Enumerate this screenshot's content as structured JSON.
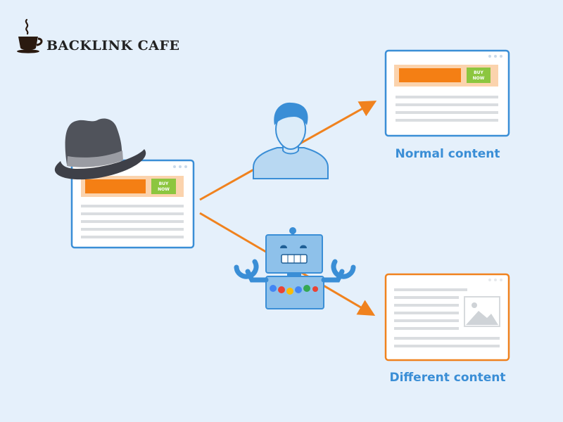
{
  "brand": {
    "name": "BACKLINK CAFE"
  },
  "windows": {
    "source_buy_label": [
      "BUY",
      "NOW"
    ],
    "normal_buy_label": [
      "BUY",
      "NOW"
    ]
  },
  "captions": {
    "normal": "Normal content",
    "different": "Different content"
  },
  "colors": {
    "background": "#e5f0fb",
    "accent_orange": "#f0821e",
    "window_blue": "#3a8ed6",
    "buy_green": "#8cc63f",
    "caption_blue": "#3a8ed6"
  },
  "icons": [
    "coffee-cup-icon",
    "fedora-hat-icon",
    "user-icon",
    "robot-icon",
    "image-placeholder-icon"
  ]
}
